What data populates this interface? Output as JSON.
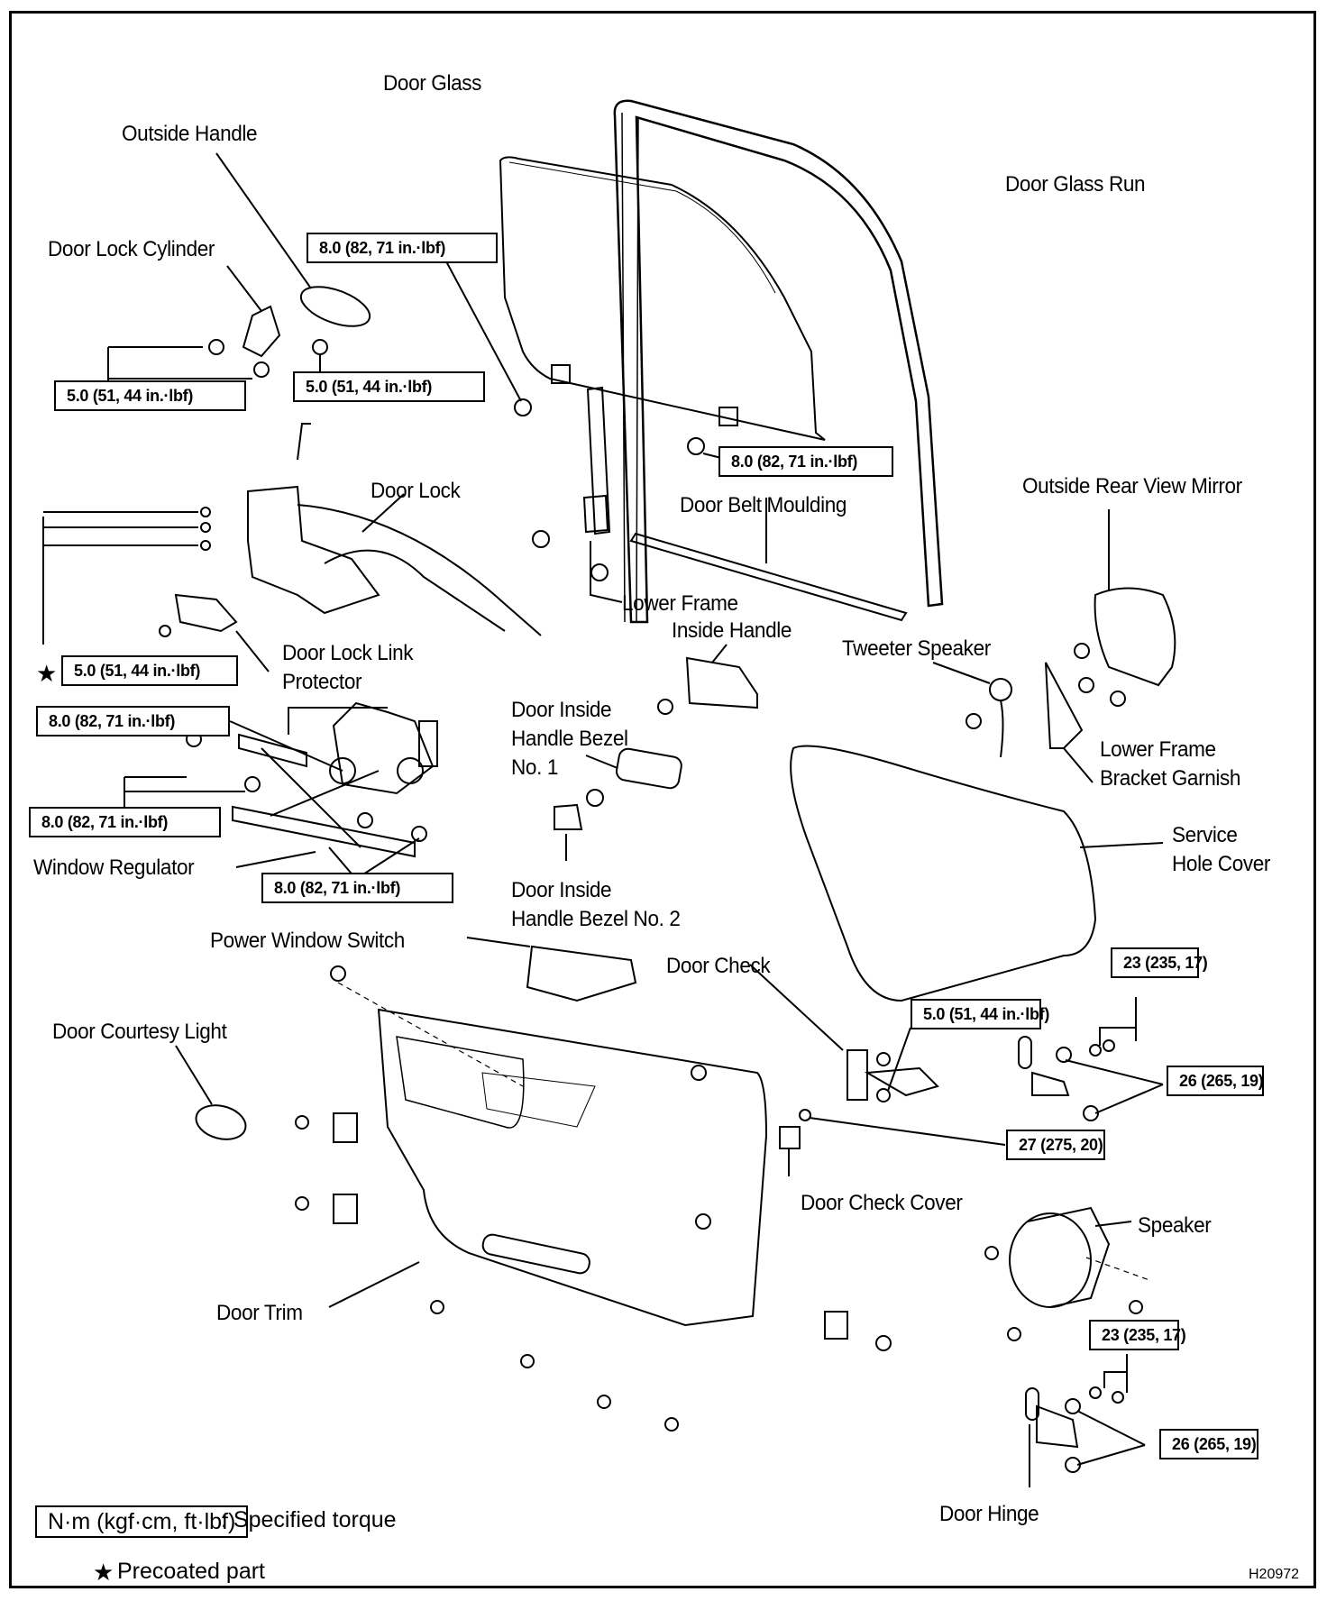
{
  "diagram": {
    "figure_code": "H20972",
    "parts": {
      "door_glass": "Door Glass",
      "outside_handle": "Outside Handle",
      "door_glass_run": "Door Glass Run",
      "door_lock_cylinder": "Door Lock Cylinder",
      "door_lock": "Door Lock",
      "door_belt_moulding": "Door Belt Moulding",
      "outside_rear_view_mirror": "Outside Rear View Mirror",
      "lower_frame": "Lower Frame",
      "inside_handle": "Inside Handle",
      "tweeter_speaker": "Tweeter Speaker",
      "door_lock_link_protector_1": "Door Lock Link",
      "door_lock_link_protector_2": "Protector",
      "door_inside_handle_bezel_1_a": "Door Inside",
      "door_inside_handle_bezel_1_b": "Handle Bezel",
      "door_inside_handle_bezel_1_c": "No. 1",
      "lower_frame_bracket_garnish_1": "Lower Frame",
      "lower_frame_bracket_garnish_2": "Bracket Garnish",
      "window_regulator": "Window Regulator",
      "service_hole_cover_1": "Service",
      "service_hole_cover_2": "Hole Cover",
      "door_inside_handle_bezel_2_a": "Door Inside",
      "door_inside_handle_bezel_2_b": "Handle Bezel No. 2",
      "power_window_switch": "Power Window Switch",
      "door_check": "Door Check",
      "door_courtesy_light": "Door Courtesy Light",
      "door_check_cover": "Door Check Cover",
      "speaker": "Speaker",
      "door_trim": "Door Trim",
      "door_hinge": "Door Hinge"
    },
    "torques": {
      "glass_bolt_top": "8.0 (82, 71 in.·lbf)",
      "lock_cylinder": "5.0 (51, 44 in.·lbf)",
      "outside_handle": "5.0 (51, 44 in.·lbf)",
      "glass_bolt_lower": "8.0 (82, 71 in.·lbf)",
      "door_lock_screws": "5.0 (51, 44 in.·lbf)",
      "regulator_upper": "8.0 (82, 71 in.·lbf)",
      "regulator_left": "8.0 (82, 71 in.·lbf)",
      "regulator_bottom": "8.0 (82, 71 in.·lbf)",
      "door_check": "5.0 (51, 44 in.·lbf)",
      "upper_hinge_nuts": "23 (235, 17)",
      "upper_hinge_bolts": "26 (265, 19)",
      "door_check_bolt": "27 (275, 20)",
      "lower_hinge_nuts": "23 (235, 17)",
      "lower_hinge_bolts": "26 (265, 19)"
    },
    "legend": {
      "torque_units": "N·m (kgf·cm, ft·lbf)",
      "torque_desc": ": Specified torque",
      "star_symbol": "★",
      "precoated": "Precoated part"
    }
  }
}
